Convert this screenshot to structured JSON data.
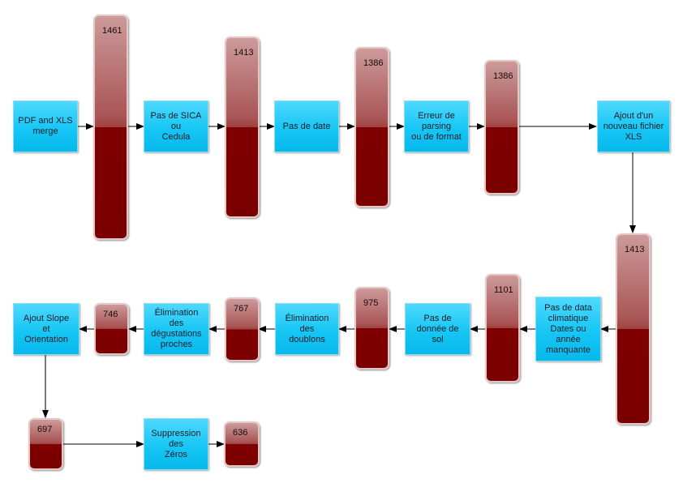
{
  "steps": {
    "pdf_xls_merge": "PDF and XLS\nmerge",
    "pas_sica": "Pas de SICA\nou\nCedula",
    "pas_date": "Pas de date",
    "erreur_parsing": "Erreur de\nparsing\nou de format",
    "ajout_xls": "Ajout d'un\nnouveau fichier\nXLS",
    "pas_data_climatique": "Pas de data\nclimatique\nDates ou\nannée\nmanquante",
    "pas_donnee_sol": "Pas de\ndonnée de\nsol",
    "elimination_doublons": "Élimination\ndes\ndoublons",
    "elimination_degustations": "Élimination\ndes\ndégustations\nproches",
    "ajout_slope": "Ajout Slope\net\nOrientation",
    "suppression_zeros": "Suppression\ndes\nZéros"
  },
  "counts": {
    "c1": "1461",
    "c2": "1413",
    "c3": "1386",
    "c4": "1386",
    "c5": "1413",
    "c6": "1101",
    "c7": "975",
    "c8": "767",
    "c9": "746",
    "c10": "697",
    "c11": "636"
  },
  "colors": {
    "box": "#16c6f4",
    "bar_light": "#a95555",
    "bar_dark": "#7f0000",
    "arrow": "#000000"
  }
}
